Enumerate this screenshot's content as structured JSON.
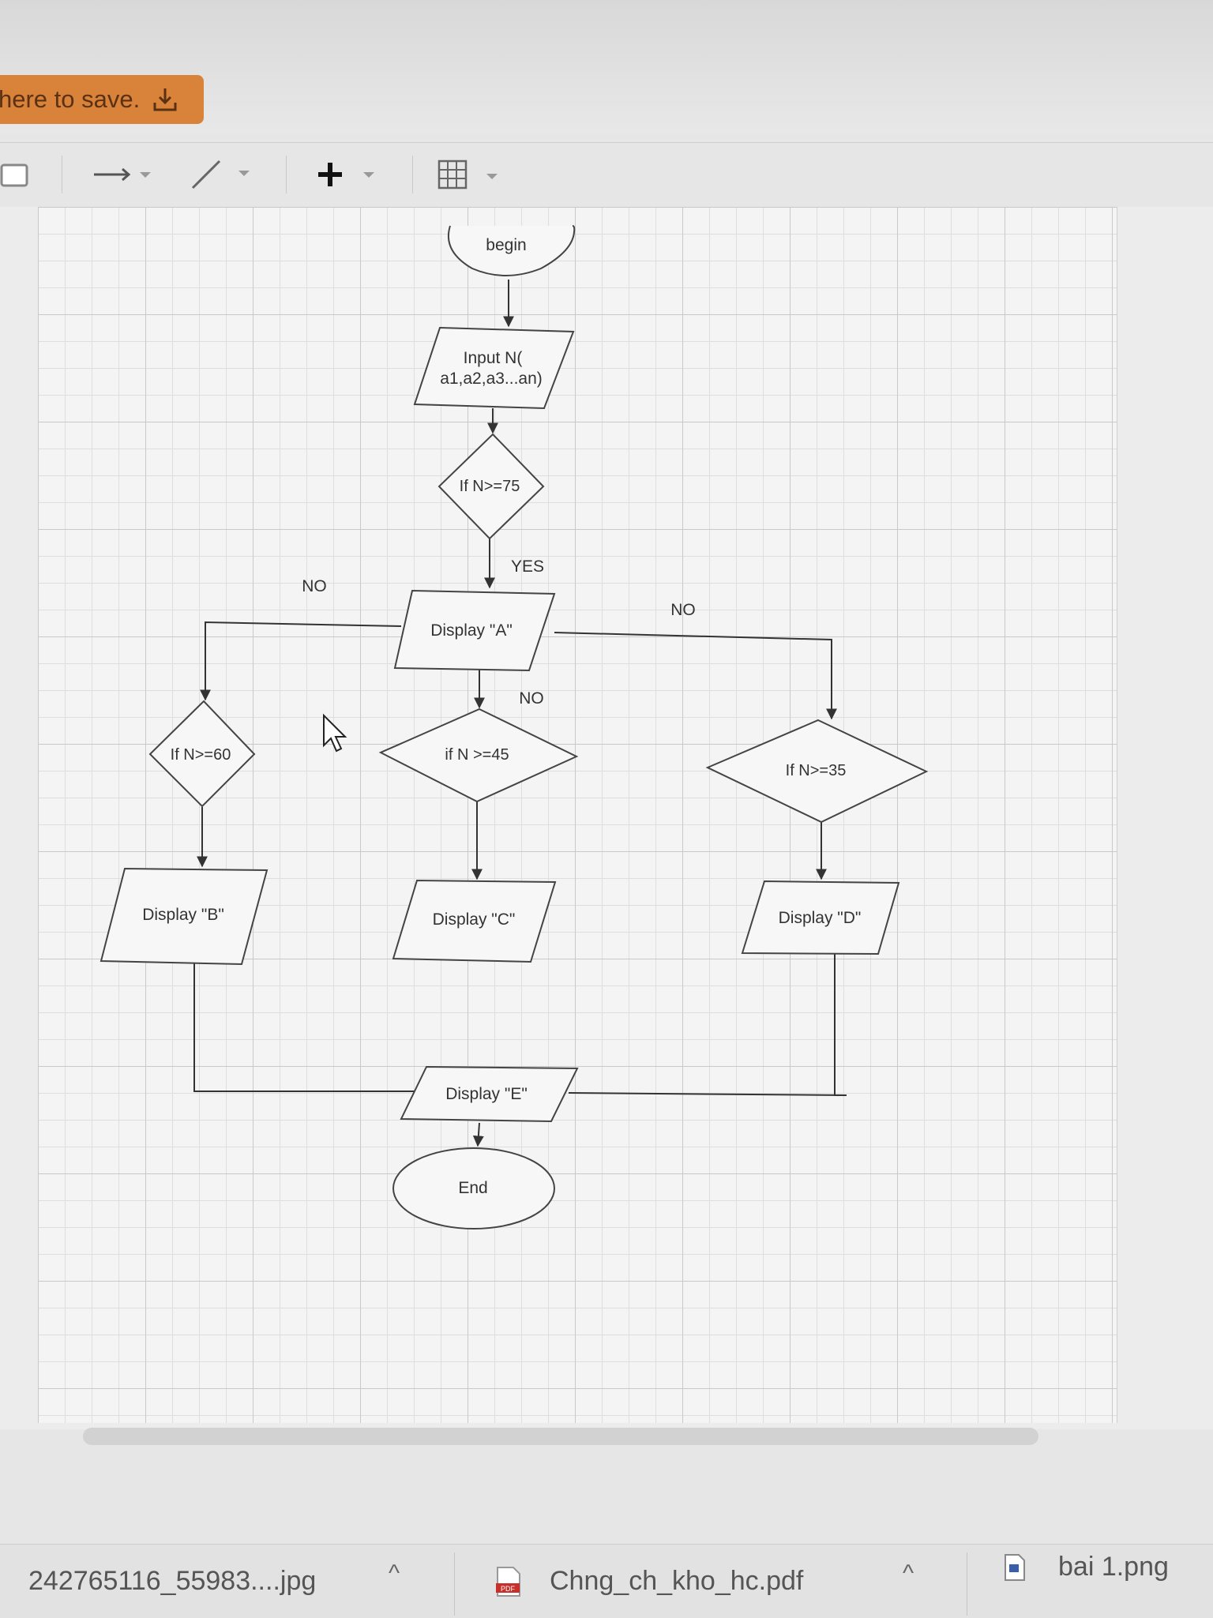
{
  "banner": {
    "text": "here to save.",
    "icon": "download-icon"
  },
  "toolbar": {
    "items": [
      {
        "name": "shape-icon"
      },
      {
        "name": "connector-arrow-icon"
      },
      {
        "name": "waypoint-line-icon"
      },
      {
        "name": "insert-plus-icon"
      },
      {
        "name": "table-grid-icon"
      }
    ]
  },
  "flowchart": {
    "begin": "begin",
    "input_line1": "Input N(",
    "input_line2": "a1,a2,a3...an)",
    "cond_75": "If N>=75",
    "yes_label": "YES",
    "display_a": "Display \"A\"",
    "no_left": "NO",
    "no_right": "NO",
    "no_mid": "NO",
    "cond_60": "If N>=60",
    "cond_45": "if N >=45",
    "cond_35": "If N>=35",
    "display_b": "Display \"B\"",
    "display_c": "Display \"C\"",
    "display_d": "Display \"D\"",
    "display_e": "Display \"E\"",
    "end": "End"
  },
  "downloads": [
    {
      "label": "242765116_55983....jpg",
      "icon": "image-file-icon"
    },
    {
      "label": "Chng_ch_kho_hc.pdf",
      "icon": "pdf-file-icon",
      "icon_text": "PDF"
    },
    {
      "label": "bai 1.png",
      "icon": "image-file-icon"
    }
  ]
}
